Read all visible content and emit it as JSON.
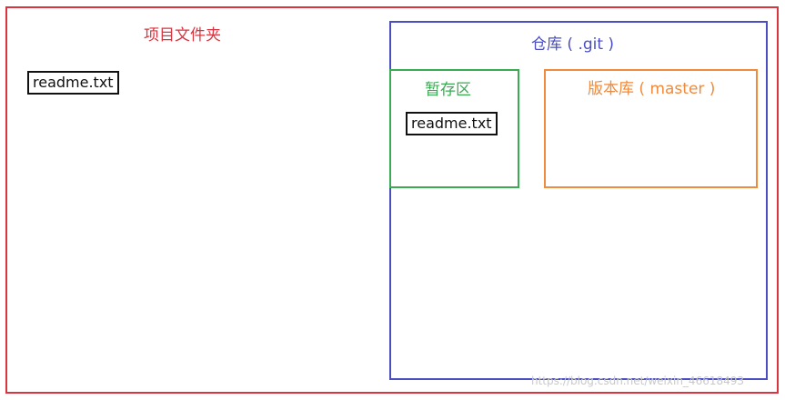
{
  "project_folder": {
    "label": "项目文件夹",
    "color": "#d9343f",
    "file": "readme.txt"
  },
  "repository": {
    "label": "仓库 ( .git )",
    "color": "#4a4ec0"
  },
  "staging_area": {
    "label": "暂存区",
    "color": "#3aab52",
    "file": "readme.txt"
  },
  "version_store": {
    "label": "版本库 ( master )",
    "color": "#f08a3c"
  },
  "watermark": "https://blog.csdn.net/weixin_46618493"
}
